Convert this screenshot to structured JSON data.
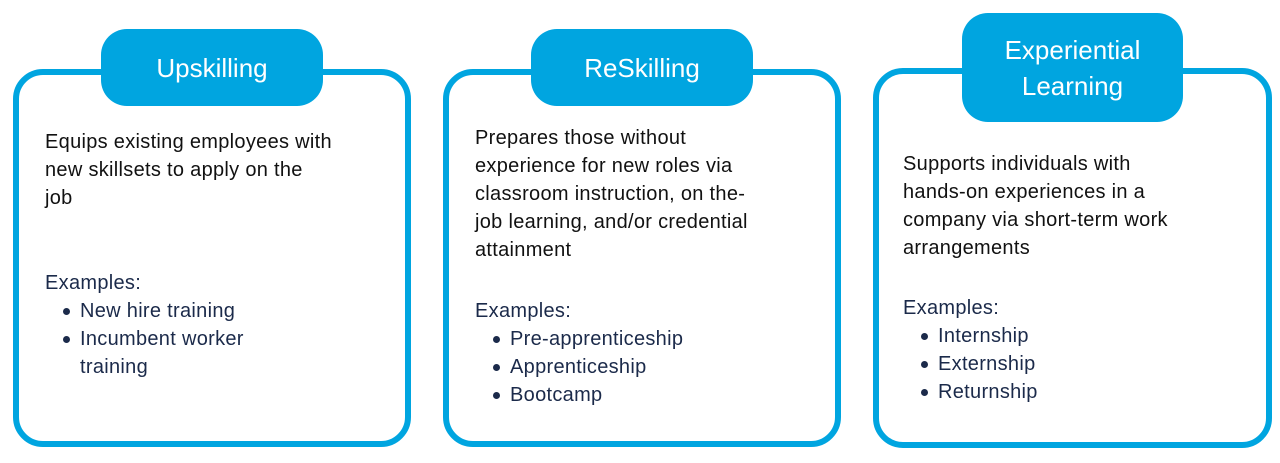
{
  "accent_color": "#00a5e0",
  "cards": [
    {
      "title": "Upskilling",
      "description_lines": [
        "Equips existing employees with",
        "new skillsets to apply on the",
        "job"
      ],
      "examples_label": "Examples:",
      "examples": [
        "New hire training",
        "Incumbent worker",
        "training"
      ]
    },
    {
      "title": "ReSkilling",
      "description_lines": [
        "Prepares those without",
        "experience for new roles via",
        "classroom instruction, on the-",
        "job learning, and/or credential",
        "attainment"
      ],
      "examples_label": "Examples:",
      "examples": [
        "Pre-apprenticeship",
        "Apprenticeship",
        "Bootcamp"
      ]
    },
    {
      "title": "Experiential Learning",
      "description_lines": [
        "Supports individuals with",
        "hands-on experiences in a",
        "company via short-term work",
        "arrangements"
      ],
      "examples_label": "Examples:",
      "examples": [
        "Internship",
        "Externship",
        "Returnship"
      ]
    }
  ]
}
